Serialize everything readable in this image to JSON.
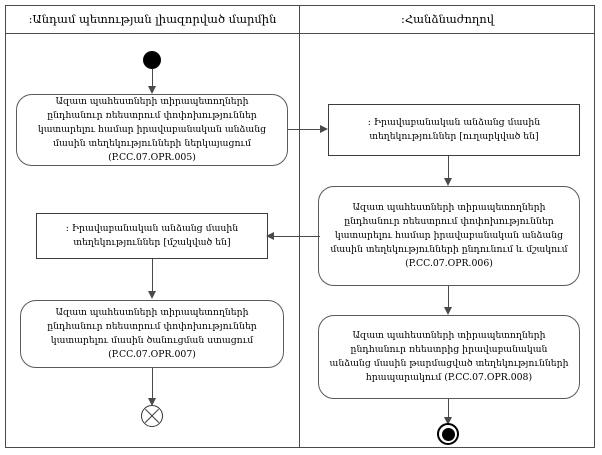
{
  "diagram": {
    "type": "uml-activity-diagram",
    "language": "hy",
    "swimlanes": [
      {
        "id": "left",
        "title": ":Անդամ պետության լիազորված մարմին"
      },
      {
        "id": "right",
        "title": ":Հանձնաժողով"
      }
    ]
  },
  "nodes": {
    "initial": {
      "kind": "initial-node",
      "lane": "left"
    },
    "action_opr005": {
      "kind": "action",
      "lane": "left",
      "label": "Ազատ պահեստների տիրապետողների ընդհանուր ռեեստրում փոփոխություններ կատարելու համար իրավաբանական անձանց մասին տեղեկությունների ներկայացում (P.CC.07.OPR.005)",
      "code": "P.CC.07.OPR.005"
    },
    "object_sent": {
      "kind": "object-node",
      "lane": "right",
      "label": ": Իրավաբանական անձանց մասին տեղեկություններ [ուղարկված են]",
      "state": "ուղարկված են"
    },
    "action_opr006": {
      "kind": "action",
      "lane": "right",
      "label": "Ազատ պահեստների տիրապետողների ընդհանուր ռեեստրում փոփոխություններ կատարելու համար իրավաբանական անձանց մասին տեղեկությունների ընդունում և մշակում (P.CC.07.OPR.006)",
      "code": "P.CC.07.OPR.006"
    },
    "object_processed": {
      "kind": "object-node",
      "lane": "left",
      "label": ": Իրավաբանական անձանց մասին տեղեկություններ [մշակված են]",
      "state": "մշակված են"
    },
    "action_opr007": {
      "kind": "action",
      "lane": "left",
      "label": "Ազատ պահեստների տիրապետողների ընդհանուր ռեեստրում փոփոխություններ կատարելու մասին ծանուցման ստացում (P.CC.07.OPR.007)",
      "code": "P.CC.07.OPR.007"
    },
    "action_opr008": {
      "kind": "action",
      "lane": "right",
      "label": "Ազատ պահեստների տիրապետողների ընդհանուր ռեեստրից իրավաբանական անձանց մասին թարմացված տեղեկությունների հրապարակում (P.CC.07.OPR.008)",
      "code": "P.CC.07.OPR.008"
    },
    "flow_final": {
      "kind": "flow-final-node",
      "lane": "left"
    },
    "activity_final": {
      "kind": "activity-final-node",
      "lane": "right"
    }
  },
  "edges": [
    {
      "from": "initial",
      "to": "action_opr005"
    },
    {
      "from": "action_opr005",
      "to": "object_sent"
    },
    {
      "from": "object_sent",
      "to": "action_opr006"
    },
    {
      "from": "action_opr006",
      "to": "object_processed"
    },
    {
      "from": "action_opr006",
      "to": "action_opr008"
    },
    {
      "from": "object_processed",
      "to": "action_opr007"
    },
    {
      "from": "action_opr007",
      "to": "flow_final"
    },
    {
      "from": "action_opr008",
      "to": "activity_final"
    }
  ],
  "colors": {
    "background": "#ffffff",
    "frame_stroke": "#4a4a4a",
    "node_stroke": "#5a5a5a",
    "text": "#000000",
    "fill_node": "#000000"
  }
}
